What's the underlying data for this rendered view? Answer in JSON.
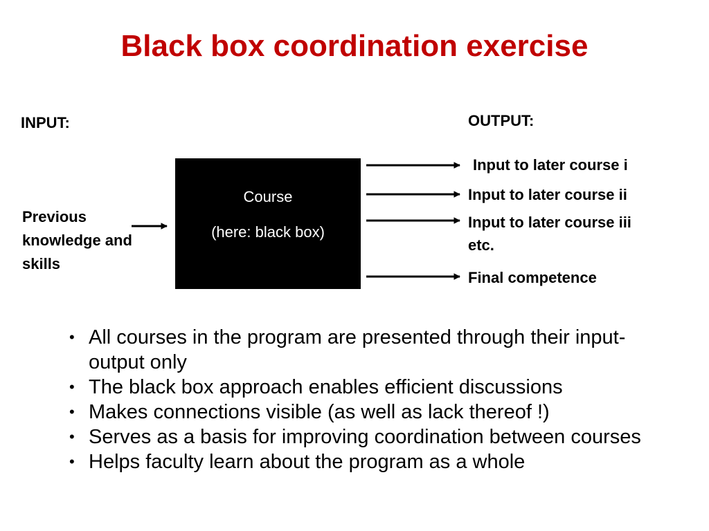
{
  "title": "Black box coordination exercise",
  "input": {
    "heading": "INPUT:",
    "text": "Previous knowledge and skills"
  },
  "box": {
    "line1": "Course",
    "line2": "(here: black box)"
  },
  "output": {
    "heading": "OUTPUT:",
    "items": [
      "Input to later course i",
      "Input to later course ii",
      "Input to later course iii",
      "etc.",
      "Final competence"
    ]
  },
  "bullets": [
    "All courses in the program are presented through their input-output only",
    "The black box approach enables efficient discussions",
    "Makes connections visible (as well as lack thereof !)",
    "Serves as a basis for improving coordination between courses",
    "Helps faculty learn about the program as a whole"
  ],
  "colors": {
    "title": "#c00000",
    "box": "#000000",
    "box_text": "#ffffff"
  }
}
